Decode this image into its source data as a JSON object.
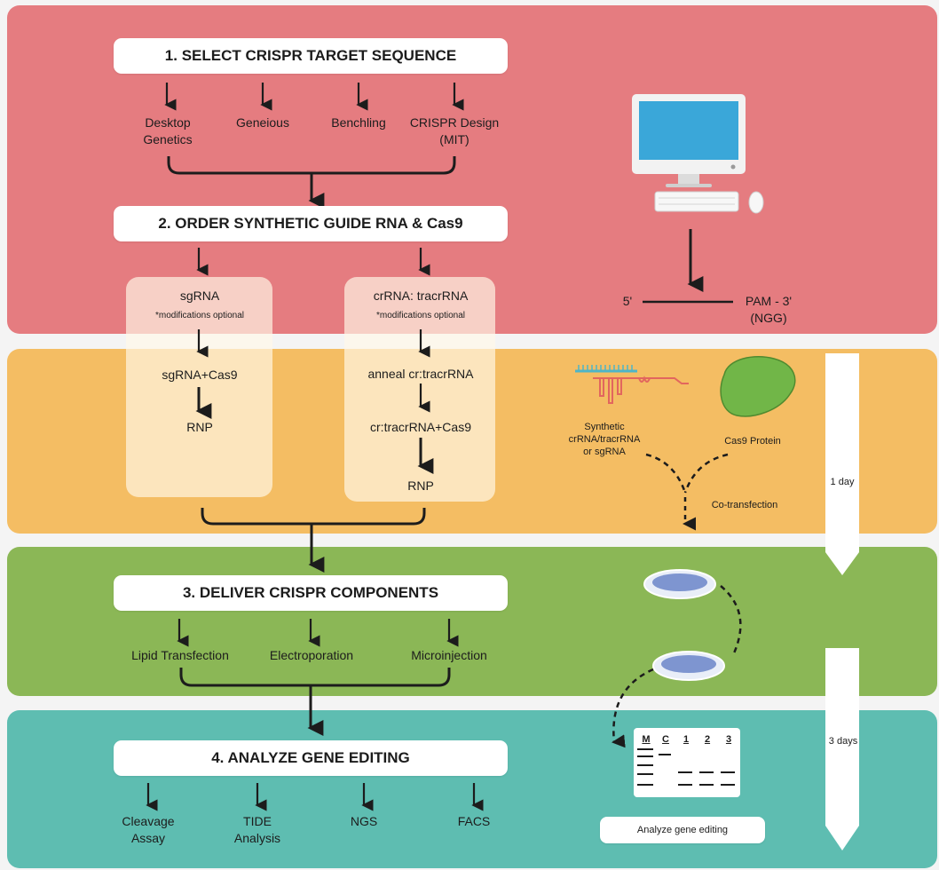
{
  "steps": [
    {
      "title": "1. SELECT CRISPR TARGET SEQUENCE",
      "options": [
        "Desktop\nGenetics",
        "Geneious",
        "Benchling",
        "CRISPR Design\n(MIT)"
      ]
    },
    {
      "title": "2. ORDER SYNTHETIC GUIDE RNA & Cas9"
    },
    {
      "title": "3. DELIVER CRISPR COMPONENTS",
      "options": [
        "Lipid Transfection",
        "Electroporation",
        "Microinjection"
      ]
    },
    {
      "title": "4. ANALYZE GENE EDITING",
      "options": [
        "Cleavage\nAssay",
        "TIDE\nAnalysis",
        "NGS",
        "FACS"
      ]
    }
  ],
  "sgrna_path": {
    "title": "sgRNA",
    "note": "*modifications optional",
    "steps": [
      "sgRNA+Cas9",
      "RNP"
    ]
  },
  "crrna_path": {
    "title": "crRNA: tracrRNA",
    "note": "*modifications optional",
    "steps": [
      "anneal cr:tracrRNA",
      "cr:tracrRNA+Cas9",
      "RNP"
    ]
  },
  "target": {
    "five_prime": "5'",
    "pam": "PAM - 3'\n(NGG)"
  },
  "cotransfection": {
    "rna_label": "Synthetic\ncrRNA/tracrRNA\nor sgRNA",
    "protein_label": "Cas9 Protein",
    "label": "Co-transfection"
  },
  "timeline": {
    "first": "1 day",
    "second": "3 days"
  },
  "gel": {
    "lanes": [
      "M",
      "C",
      "1",
      "2",
      "3"
    ]
  },
  "analyze_box": "Analyze gene editing",
  "colors": {
    "red": "#e57c80",
    "yellow": "#f4bd63",
    "green": "#8bb756",
    "teal": "#5ebdb1",
    "monitor": "#3aa7d9",
    "protein": "#71b648",
    "rna_blue": "#4fb5c6",
    "rna_red": "#e2665e",
    "dish": "#7e95d0"
  }
}
